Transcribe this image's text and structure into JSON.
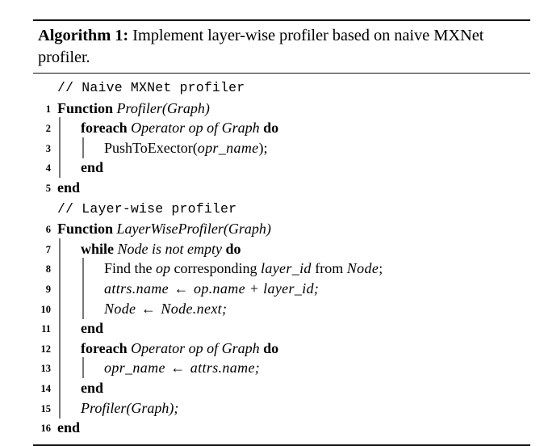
{
  "algorithm": {
    "caption": {
      "label": "Algorithm 1:",
      "text": "Implement layer-wise profiler based on naive MXNet profiler."
    },
    "lines": [
      {
        "number": "",
        "indent": 0,
        "guides": 0,
        "kind": "comment",
        "text": "// Naive MXNet profiler"
      },
      {
        "number": "1",
        "indent": 0,
        "guides": 0,
        "kind": "code",
        "keyword": "Function",
        "ident": "Profiler(Graph)",
        "tail": ""
      },
      {
        "number": "2",
        "indent": 1,
        "guides": 1,
        "kind": "code",
        "keyword": "foreach",
        "ident": "Operator op of Graph",
        "tail": "do"
      },
      {
        "number": "3",
        "indent": 2,
        "guides": 2,
        "kind": "call",
        "name": "PushToExector(",
        "arg": "opr_name",
        "close": ");"
      },
      {
        "number": "4",
        "indent": 1,
        "guides": 1,
        "kind": "end",
        "text": "end"
      },
      {
        "number": "5",
        "indent": 0,
        "guides": 0,
        "kind": "end",
        "text": "end"
      },
      {
        "number": "",
        "indent": 0,
        "guides": 0,
        "kind": "comment",
        "text": "// Layer-wise profiler"
      },
      {
        "number": "6",
        "indent": 0,
        "guides": 0,
        "kind": "code",
        "keyword": "Function",
        "ident": "LayerWiseProfiler(Graph)",
        "tail": ""
      },
      {
        "number": "7",
        "indent": 1,
        "guides": 1,
        "kind": "code",
        "keyword": "while",
        "ident": "Node is not empty",
        "tail": "do"
      },
      {
        "number": "8",
        "indent": 2,
        "guides": 2,
        "kind": "mixed",
        "parts": [
          {
            "style": "rm",
            "text": "Find the "
          },
          {
            "style": "id",
            "text": "op"
          },
          {
            "style": "rm",
            "text": " corresponding "
          },
          {
            "style": "math",
            "text": "layer_id"
          },
          {
            "style": "rm",
            "text": " from "
          },
          {
            "style": "math",
            "text": "Node"
          },
          {
            "style": "rm",
            "text": ";"
          }
        ]
      },
      {
        "number": "9",
        "indent": 2,
        "guides": 2,
        "kind": "assign",
        "lhs": "attrs.name",
        "arrow": "←",
        "rhs": "op.name + layer_id;"
      },
      {
        "number": "10",
        "indent": 2,
        "guides": 2,
        "kind": "assign",
        "lhs": "Node",
        "arrow": "←",
        "rhs": "Node.next;"
      },
      {
        "number": "11",
        "indent": 1,
        "guides": 1,
        "kind": "end",
        "text": "end"
      },
      {
        "number": "12",
        "indent": 1,
        "guides": 1,
        "kind": "code",
        "keyword": "foreach",
        "ident": "Operator op of Graph",
        "tail": "do"
      },
      {
        "number": "13",
        "indent": 2,
        "guides": 2,
        "kind": "assign",
        "lhs": "opr_name",
        "arrow": "←",
        "rhs": "attrs.name;"
      },
      {
        "number": "14",
        "indent": 1,
        "guides": 1,
        "kind": "end",
        "text": "end"
      },
      {
        "number": "15",
        "indent": 1,
        "guides": 1,
        "kind": "plainitalic",
        "text": "Profiler(Graph);"
      },
      {
        "number": "16",
        "indent": 0,
        "guides": 0,
        "kind": "end",
        "text": "end"
      }
    ]
  }
}
